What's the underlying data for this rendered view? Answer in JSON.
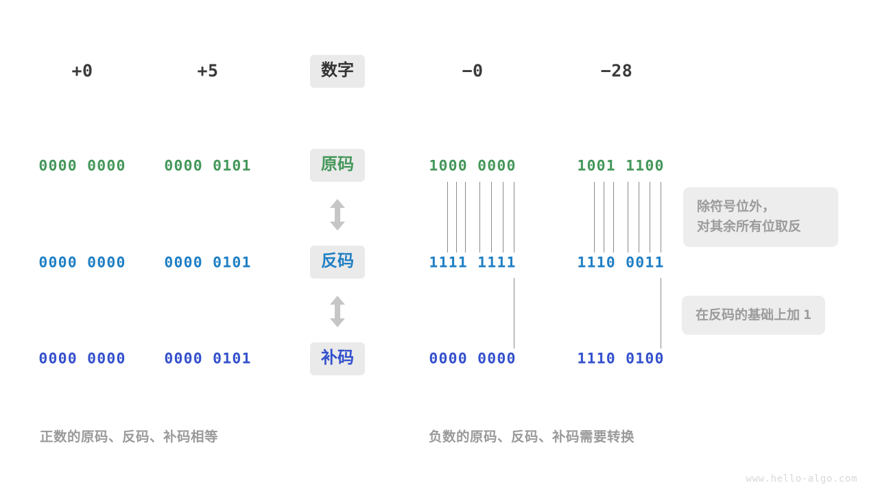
{
  "figure": {
    "watermark": "www.hello-algo.com",
    "colors": {
      "green": "#44975a",
      "blue": "#1f7fc4",
      "indigo": "#3350cc",
      "badge_bg": "#eaeaea",
      "note_bg": "#ededed",
      "note_text": "#9b9b9b",
      "line": "#8a8a8a",
      "arrow": "#c6c6c6"
    }
  },
  "row_labels": {
    "number": "数字",
    "sign_magnitude": "原码",
    "ones_complement": "反码",
    "twos_complement": "补码"
  },
  "columns": [
    {
      "header": "+0",
      "sign_magnitude": "0000 0000",
      "ones_complement": "0000 0000",
      "twos_complement": "0000 0000"
    },
    {
      "header": "+5",
      "sign_magnitude": "0000 0101",
      "ones_complement": "0000 0101",
      "twos_complement": "0000 0101"
    },
    {
      "header": "−0",
      "sign_magnitude": "1000 0000",
      "ones_complement": "1111 1111",
      "twos_complement": "0000 0000"
    },
    {
      "header": "−28",
      "sign_magnitude": "1001 1100",
      "ones_complement": "1110 0011",
      "twos_complement": "1110 0100"
    }
  ],
  "notes": {
    "invert": "除符号位外，\n对其余所有位取反",
    "add_one_prefix": "在反码的基础上加 ",
    "add_one_value": "1"
  },
  "captions": {
    "positive": "正数的原码、反码、补码相等",
    "negative": "负数的原码、反码、补码需要转换"
  }
}
